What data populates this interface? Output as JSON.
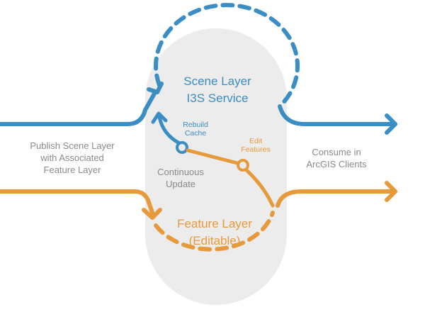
{
  "colors": {
    "scene_blue": "#3a8ec3",
    "feature_orange": "#e69a3c",
    "pill_gray": "#ececec",
    "label_gray": "#8a8a8a"
  },
  "scene_layer": {
    "line1": "Scene Layer",
    "line2": "I3S Service"
  },
  "feature_layer": {
    "line1": "Feature Layer",
    "line2": "(Editable)"
  },
  "rebuild_cache": {
    "line1": "Rebuild",
    "line2": "Cache"
  },
  "edit_features": {
    "line1": "Edit",
    "line2": "Features"
  },
  "continuous_update": {
    "line1": "Continuous",
    "line2": "Update"
  },
  "publish": {
    "line1": "Publish Scene Layer",
    "line2": "with Associated",
    "line3": "Feature Layer"
  },
  "consume": {
    "line1": "Consume in",
    "line2": "ArcGIS Clients"
  }
}
